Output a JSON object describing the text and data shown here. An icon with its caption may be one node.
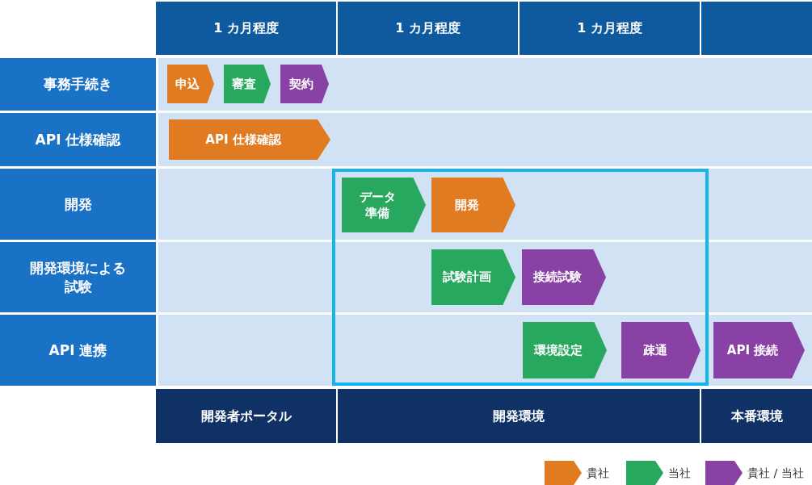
{
  "diagram": {
    "nodes": [
      {
        "text": [
          "1 カ月程度"
        ]
      },
      {
        "text": [
          "1 カ月程度"
        ]
      },
      {
        "text": [
          "1 カ月程度"
        ]
      },
      {
        "text": [],
        "shape": "box"
      },
      {
        "text": [
          "事務手続き"
        ]
      },
      {
        "text": [
          "申込"
        ]
      },
      {
        "text": [
          "審査"
        ]
      },
      {
        "text": [
          "契約"
        ]
      },
      {
        "text": [
          "API 仕様確認"
        ]
      },
      {
        "text": [
          "API 仕様確認"
        ]
      },
      {
        "text": [
          "開発"
        ]
      },
      {
        "text": [
          "データ準備"
        ]
      },
      {
        "text": [
          "開発"
        ]
      },
      {
        "text": [
          "開発環境による試験"
        ]
      },
      {
        "text": [
          "試験計画"
        ]
      },
      {
        "text": [
          "接続試験"
        ]
      },
      {
        "text": [
          "API 連携"
        ]
      },
      {
        "text": [
          "環境設定"
        ]
      },
      {
        "text": [
          "疎通"
        ]
      },
      {
        "text": [
          "API 接続"
        ]
      },
      {
        "text": [
          "開発者ポータル"
        ]
      },
      {
        "text": [
          "開発環境"
        ]
      },
      {
        "text": [
          "本番環境"
        ]
      }
    ],
    "legend": [
      {
        "text": "貴社",
        "color": "#e07b22"
      },
      {
        "text": "当社",
        "color": "#27a85e"
      },
      {
        "text": "貴社 / 当社",
        "color": "#8a41a5"
      }
    ]
  }
}
